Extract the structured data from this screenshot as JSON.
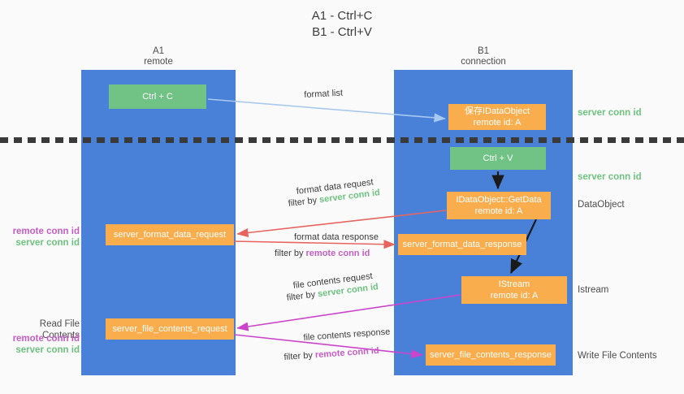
{
  "title": "A1 - Ctrl+C\nB1 - Ctrl+V",
  "colors": {
    "lane_blue": "#4a81d8",
    "node_green": "#71c285",
    "node_orange": "#f9ad4d",
    "server_conn_green": "#6ec27f",
    "remote_conn_purple": "#c45ec4",
    "arrow_lightblue": "#a8c9ef",
    "arrow_red": "#e8655f",
    "arrow_magenta": "#cc44cc",
    "arrow_black": "#1a1a1a",
    "background": "#fafafa"
  },
  "columns": [
    {
      "id": "a1",
      "line1": "A1",
      "line2": "remote"
    },
    {
      "id": "b1",
      "line1": "B1",
      "line2": "connection"
    }
  ],
  "nodes": [
    {
      "id": "ctrl_c",
      "line1": "Ctrl + C",
      "line2": "",
      "kind": "green"
    },
    {
      "id": "save_ido",
      "line1": "保存IDataObject",
      "line2": "remote id: A",
      "kind": "orange"
    },
    {
      "id": "ctrl_v",
      "line1": "Ctrl + V",
      "line2": "",
      "kind": "green"
    },
    {
      "id": "getdata",
      "line1": "IDataObject::GetData",
      "line2": "remote id: A",
      "kind": "orange"
    },
    {
      "id": "sfd_req",
      "line1": "server_format_data_request",
      "line2": "",
      "kind": "orange"
    },
    {
      "id": "sfd_resp",
      "line1": "server_format_data_response",
      "line2": "",
      "kind": "orange"
    },
    {
      "id": "istream",
      "line1": "IStream",
      "line2": "remote id: A",
      "kind": "orange"
    },
    {
      "id": "sfc_req",
      "line1": "server_file_contents_request",
      "line2": "",
      "kind": "orange"
    },
    {
      "id": "sfc_resp",
      "line1": "server_file_contents_response",
      "line2": "",
      "kind": "orange"
    }
  ],
  "flow_labels": {
    "format_list": "format list",
    "format_data_request": "format data request",
    "format_data_response": "format data response",
    "file_contents_request": "file contents request",
    "file_contents_response": "file contents response",
    "filter_by": "filter by ",
    "server_conn_id": "server conn id",
    "remote_conn_id": "remote conn id"
  },
  "right_labels": {
    "server_conn_id_top": "server conn id",
    "server_conn_id_mid": "server conn id",
    "data_object": "DataObject",
    "istream": "Istream",
    "write_file_contents": "Write File Contents"
  },
  "left_labels": {
    "remote_conn_id": "remote conn id",
    "server_conn_id": "server conn id",
    "read_file_contents": "Read File Contents"
  }
}
